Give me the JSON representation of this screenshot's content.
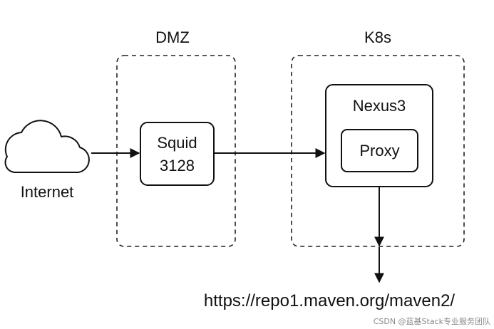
{
  "zones": {
    "dmz": "DMZ",
    "k8s": "K8s"
  },
  "nodes": {
    "internet": "Internet",
    "squid_name": "Squid",
    "squid_port": "3128",
    "nexus": "Nexus3",
    "proxy": "Proxy"
  },
  "upstream_url": "https://repo1.maven.org/maven2/",
  "watermark": "CSDN @蓝基Stack专业服务团队",
  "colors": {
    "stroke": "#111111",
    "background": "#ffffff",
    "watermark": "#8a8a8a"
  }
}
